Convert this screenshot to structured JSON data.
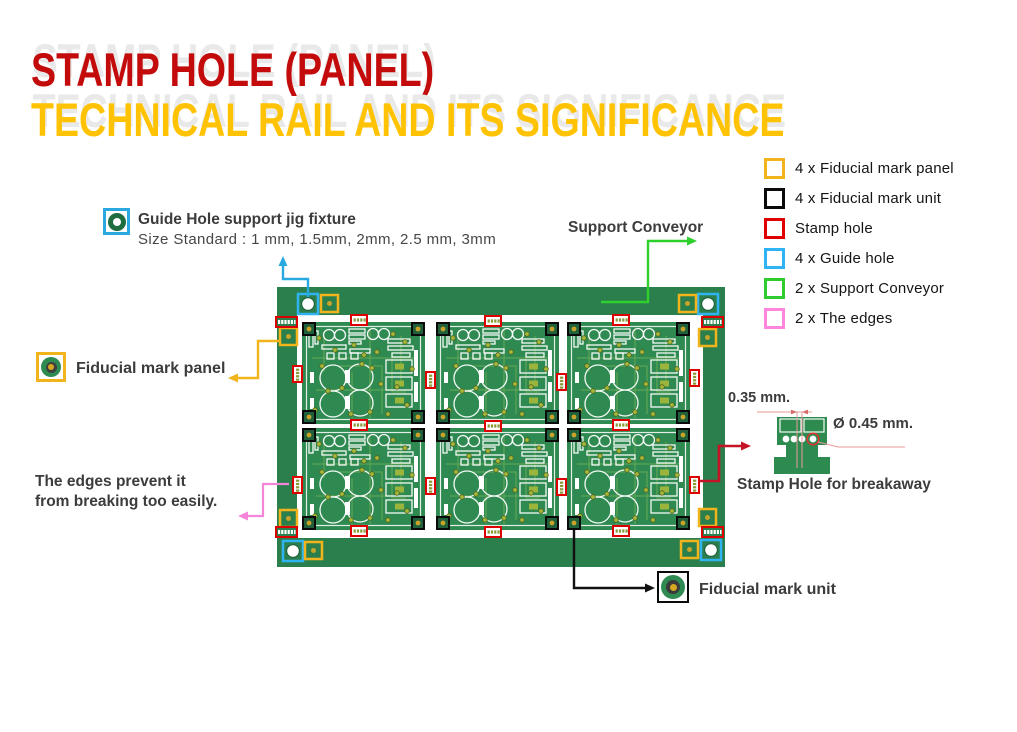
{
  "title": {
    "line1": "STAMP HOLE (PANEL)",
    "line2": "TECHNICAL RAIL AND ITS SIGNIFICANCE",
    "line1_color": "#c40b0b",
    "line2_color": "#ffc303"
  },
  "legend": {
    "items": [
      {
        "label": "4 x Fiducial mark panel",
        "color": "#f2b41d"
      },
      {
        "label": "4 x Fiducial mark unit",
        "color": "#0a0a0a"
      },
      {
        "label": "Stamp hole",
        "color": "#e00000"
      },
      {
        "label": "4 x Guide hole",
        "color": "#2fb3f2"
      },
      {
        "label": "2 x Support Conveyor",
        "color": "#2ecc2e"
      },
      {
        "label": "2 x The edges",
        "color": "#ff85dd"
      }
    ]
  },
  "annotations": {
    "guide_hole_title": "Guide Hole support jig fixture",
    "guide_hole_subtitle": "Size Standard : 1 mm, 1.5mm, 2mm, 2.5 mm, 3mm",
    "support_conveyor": "Support Conveyor",
    "fiducial_panel": "Fiducial mark panel",
    "edges_line1": "The edges prevent it",
    "edges_line2": "from breaking too easily.",
    "dim_pitch": "0.35 mm.",
    "dim_diameter": "Ø 0.45 mm.",
    "stamp_breakaway": "Stamp Hole for breakaway",
    "fiducial_unit": "Fiducial mark unit"
  },
  "pcb": {
    "rail_color": "#2b7f4c",
    "board_color": "#2f8a52",
    "trace_color": "#8cbf57",
    "pad_dot_color": "#a3b739",
    "stamp_box_color": "#dd0000",
    "panel_fiducial_box_color": "#f2b41d",
    "unit_fiducial_box_color": "#0a0a0a",
    "guide_hole_box_color": "#2fb3f2",
    "boards": 6,
    "grid": "2 rows x 3 columns"
  },
  "icons": {
    "guide_hole": "guide-hole-icon",
    "fiducial_panel": "fiducial-panel-icon",
    "fiducial_unit": "fiducial-unit-icon"
  }
}
